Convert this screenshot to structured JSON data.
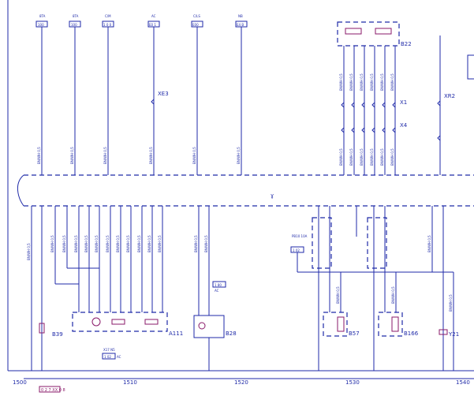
{
  "top_terminals": [
    {
      "label": "8TA",
      "code": "100"
    },
    {
      "label": "8TA",
      "code": "100"
    },
    {
      "label": "C/M",
      "code": "1 0 0"
    },
    {
      "label": "AC",
      "code": "E0 1"
    },
    {
      "label": "C/LS",
      "code": "E00"
    },
    {
      "label": "NB",
      "code": "E4 B"
    }
  ],
  "wire_code": "BN/WH 0,5",
  "connectors": {
    "xe3": "XE3",
    "xr2": "XR2",
    "x1": "X1",
    "x4": "X4",
    "b22": "B22"
  },
  "components": {
    "b39": "B39",
    "a111": "A111",
    "b28": "B28",
    "b57": "B57",
    "b166": "B166",
    "y21": "Y21"
  },
  "small_boxes": {
    "ref_mid": "1 80",
    "ref_mid_sub": "AC",
    "ref_left_top": "X17 N5",
    "ref_left_box": "1 02",
    "ref_left_sub": "AC",
    "ref_right_top": "PB10 10A",
    "ref_right_box": "1 02"
  },
  "bottom_ruler": {
    "start": "1500",
    "marks": [
      "1510",
      "1520",
      "1530",
      "1540"
    ],
    "stamp": "0 2 7 XX 0 8"
  }
}
